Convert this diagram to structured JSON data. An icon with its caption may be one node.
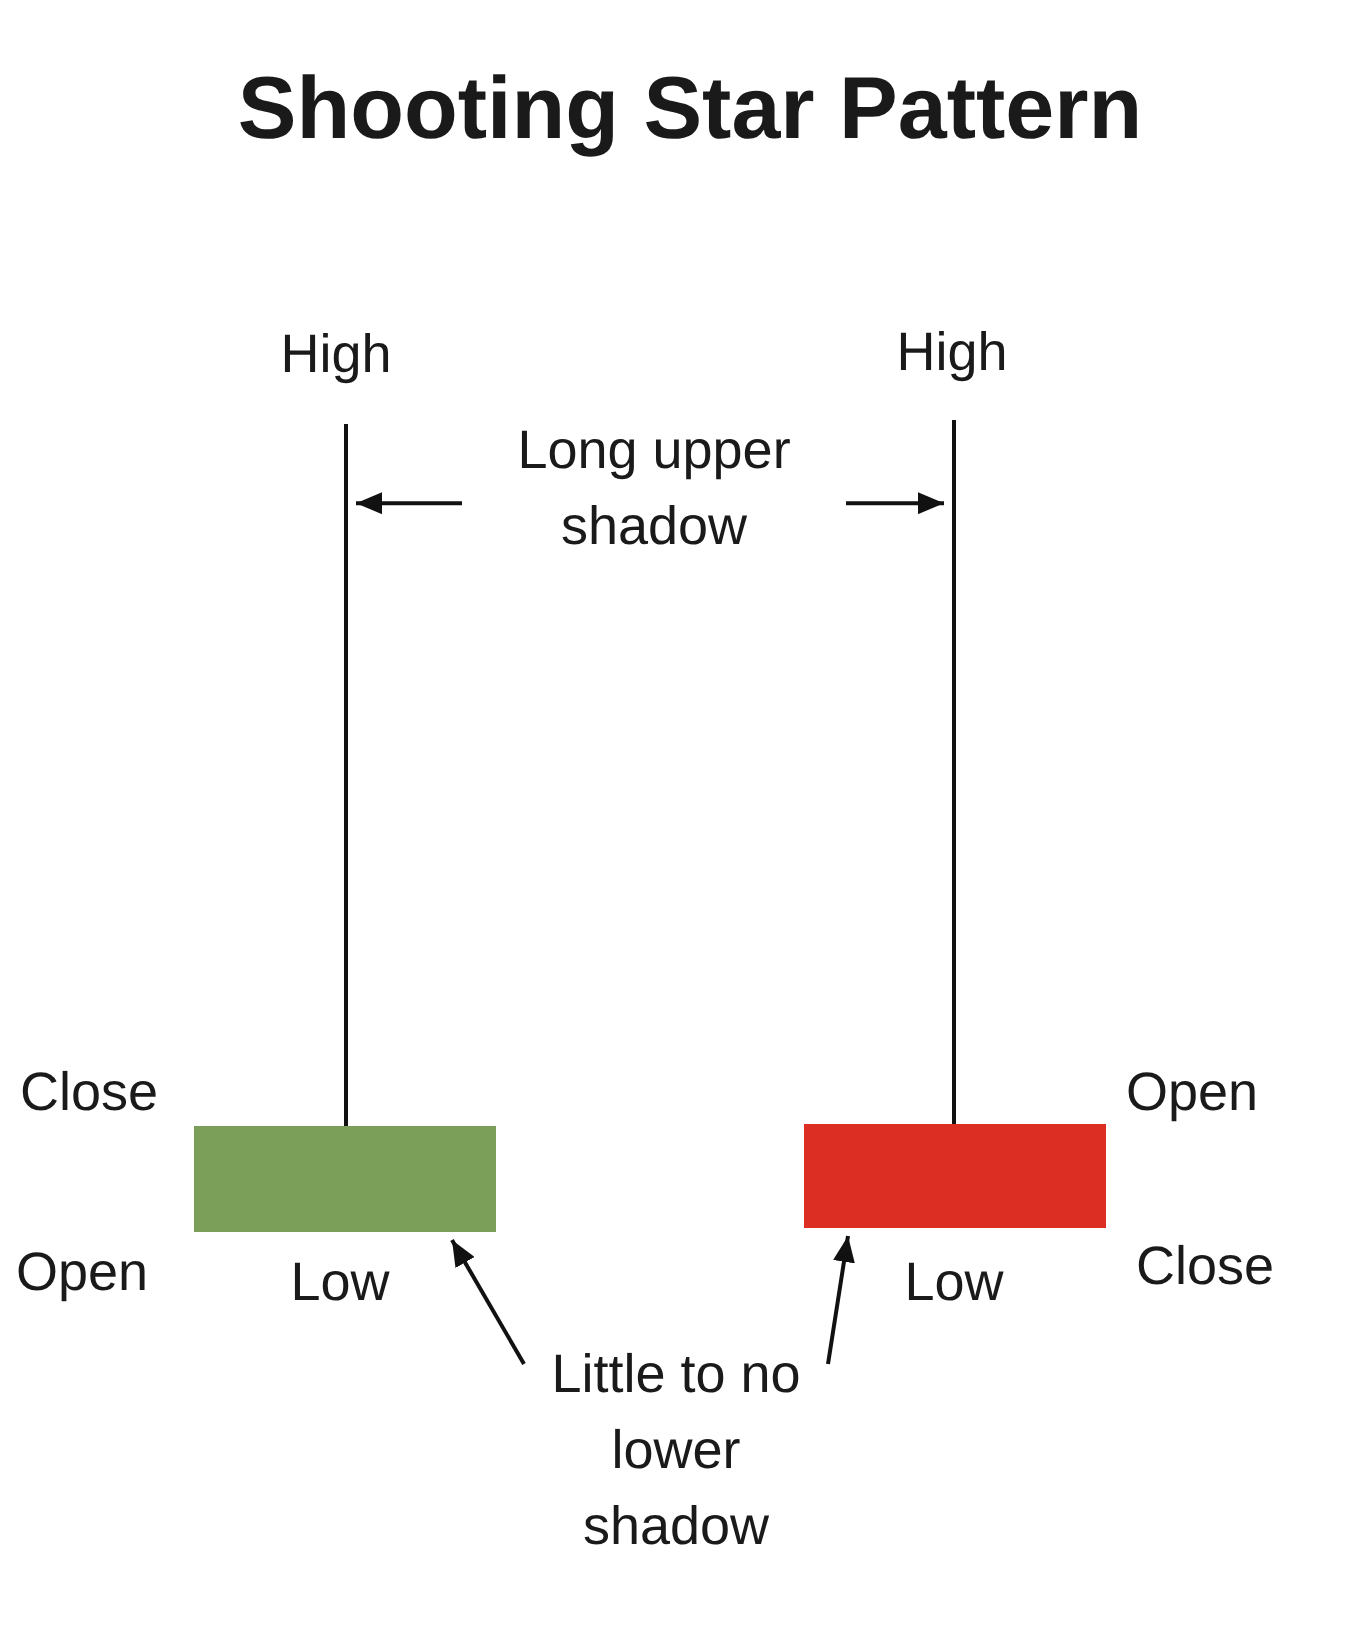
{
  "diagram": {
    "title": "Shooting Star Pattern",
    "nodes": [
      {
        "text": [
          "Long upper shadow"
        ]
      },
      {
        "text": [],
        "shape": "line",
        "beside": [
          "High"
        ]
      },
      {
        "text": [],
        "shape": "line",
        "beside": [
          "High"
        ]
      },
      {
        "text": [],
        "shape": "bar",
        "beside": [
          "Close",
          "Open",
          "Low"
        ]
      },
      {
        "text": [],
        "shape": "bar",
        "beside": [
          "Open",
          "Low",
          "Close"
        ]
      },
      {
        "text": [
          "Little to no lower shadow"
        ]
      }
    ],
    "edges": [
      {
        "from": 0,
        "to": 1,
        "arrow": "to"
      },
      {
        "from": 0,
        "to": 2,
        "arrow": "to"
      },
      {
        "from": 5,
        "to": 3,
        "arrow": "to"
      },
      {
        "from": 5,
        "to": 4,
        "arrow": "to"
      }
    ]
  }
}
